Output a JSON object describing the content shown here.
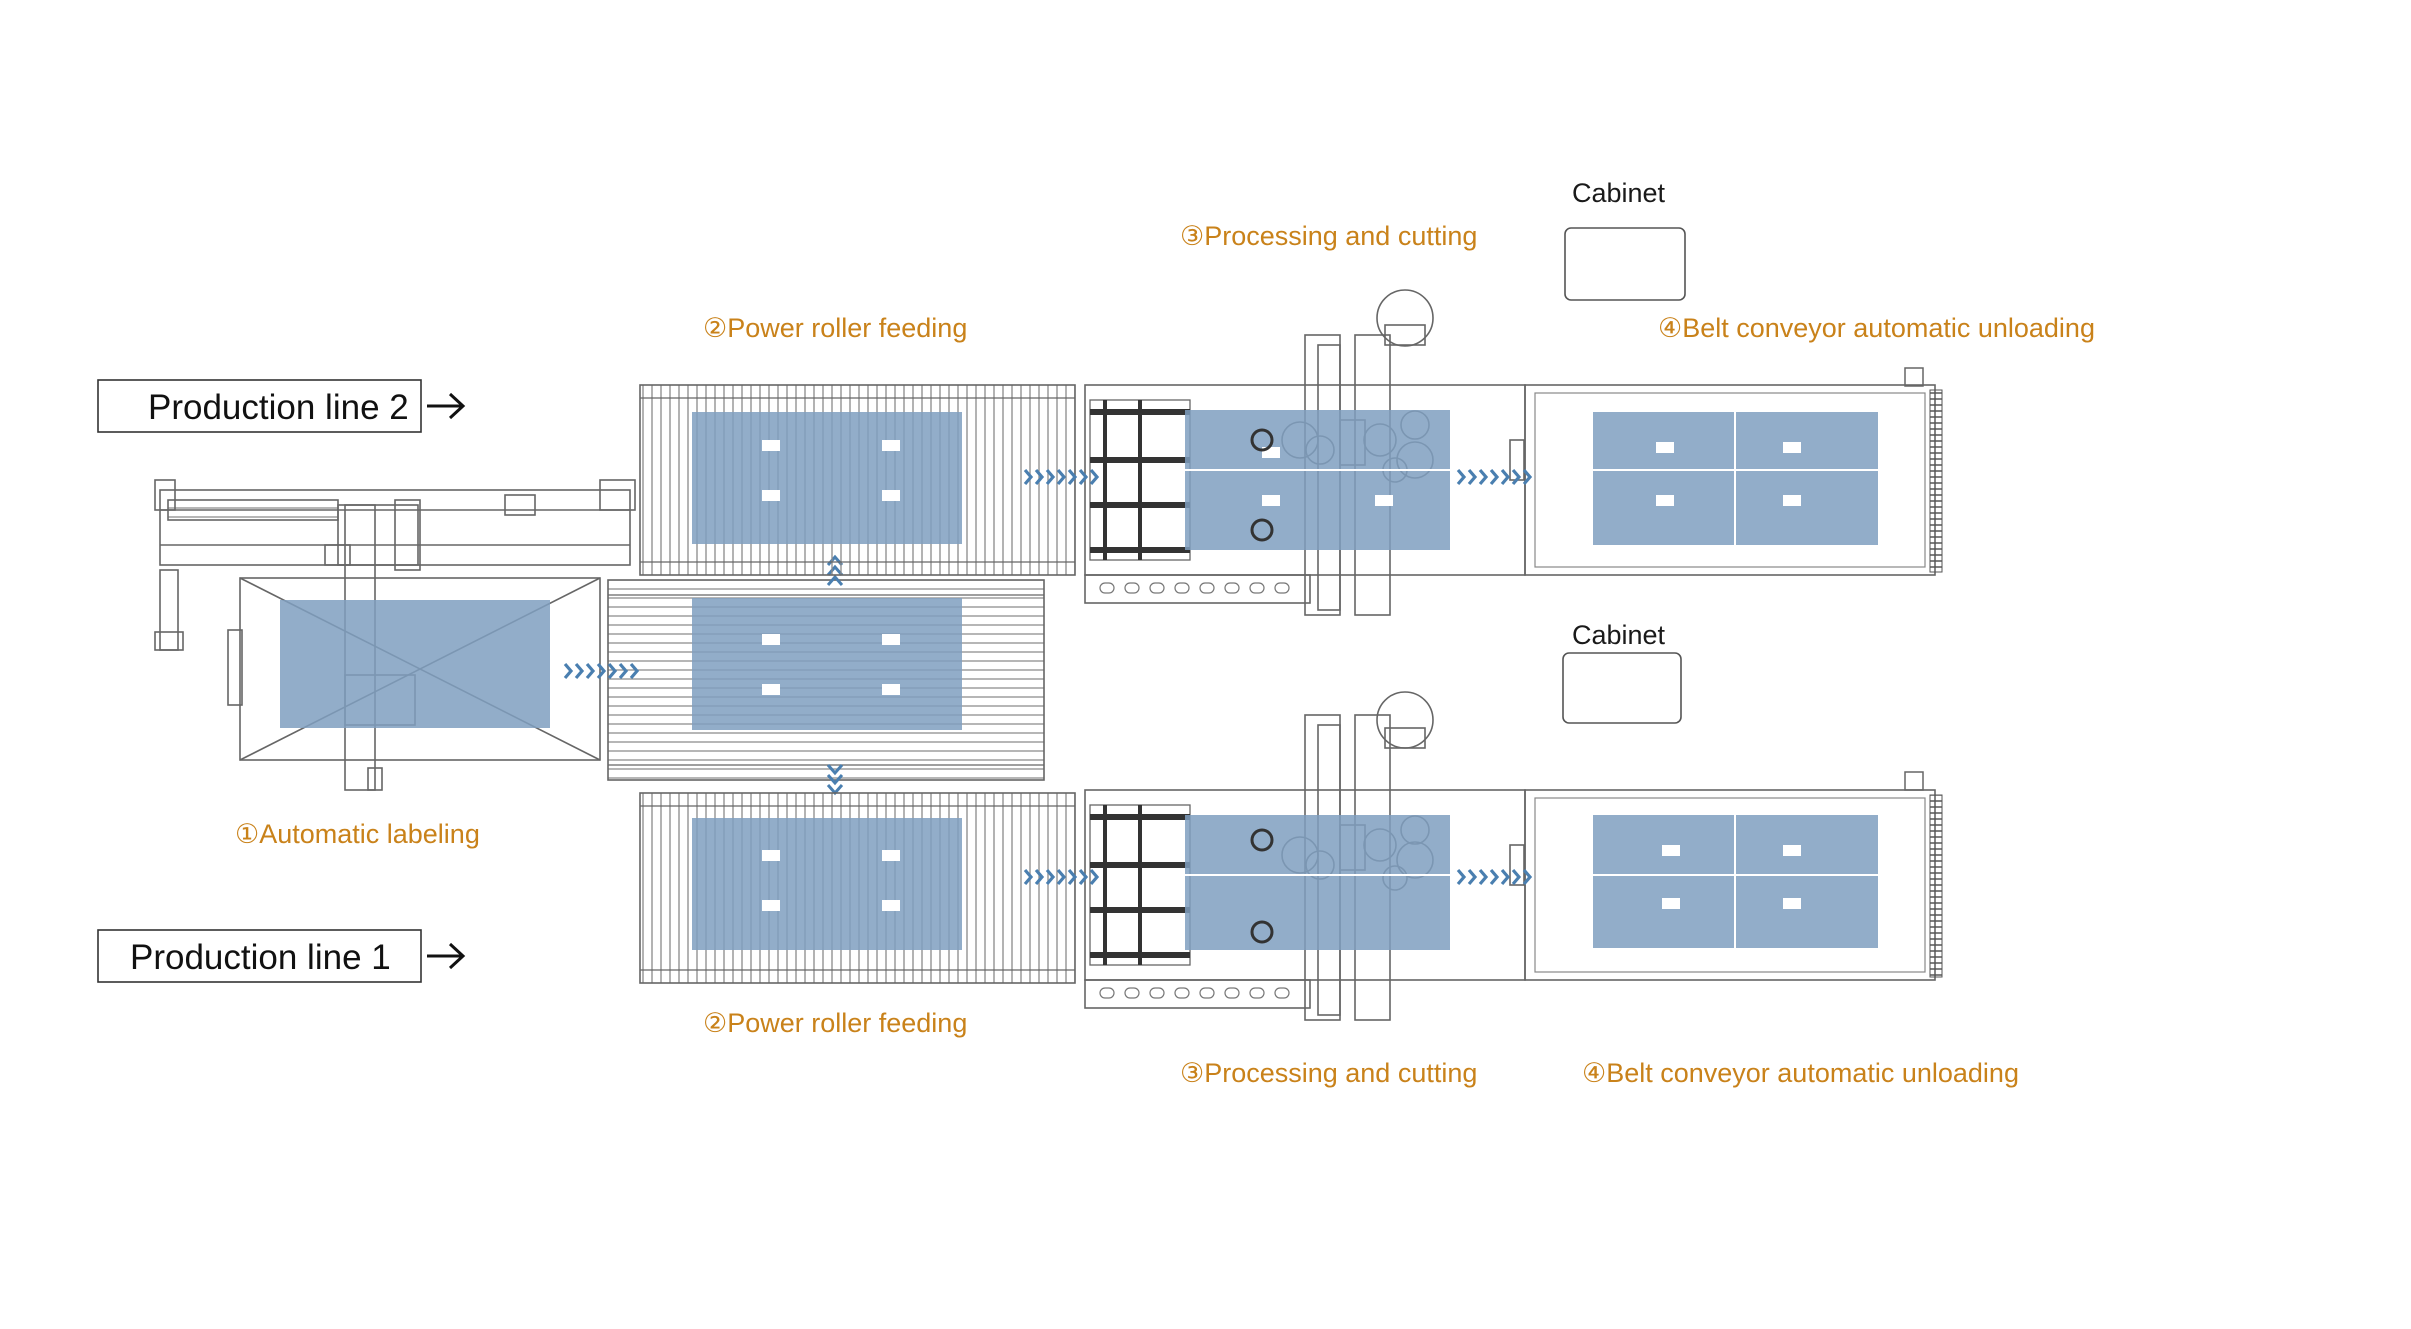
{
  "labels": {
    "automatic_labeling": "①Automatic labeling",
    "power_roller_feeding_top": "②Power roller feeding",
    "power_roller_feeding_bottom": "②Power roller feeding",
    "processing_cutting_top": "③Processing and cutting",
    "processing_cutting_bottom": "③Processing and cutting",
    "belt_unloading_top": "④Belt conveyor automatic unloading",
    "belt_unloading_bottom": "④Belt conveyor automatic unloading",
    "cabinet_top": "Cabinet",
    "cabinet_bottom": "Cabinet",
    "production_line_2": "Production line 2",
    "production_line_1": "Production line 1"
  },
  "colors": {
    "panel_fill": "#7f9fc0",
    "arrow": "#4a7fb0",
    "label_orange": "#c9821a",
    "line_gray": "#666666"
  }
}
